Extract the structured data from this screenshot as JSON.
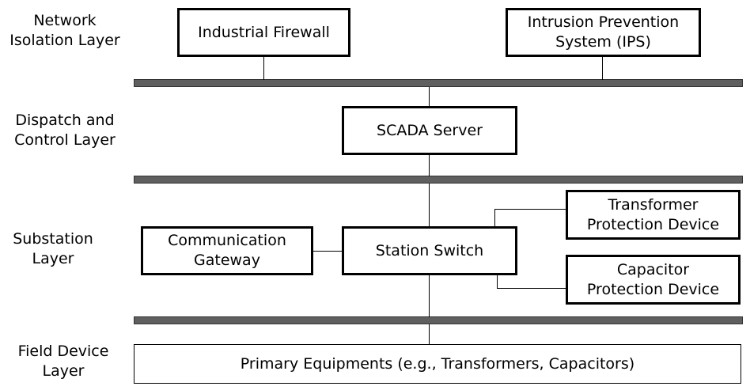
{
  "layers": {
    "network_isolation": "Network\nIsolation Layer",
    "dispatch_control": "Dispatch and\nControl Layer",
    "substation": "Substation\nLayer",
    "field_device": "Field Device\nLayer"
  },
  "nodes": {
    "industrial_firewall": "Industrial Firewall",
    "ips": "Intrusion Prevention\nSystem (IPS)",
    "scada_server": "SCADA Server",
    "station_switch": "Station Switch",
    "communication_gateway": "Communication\nGateway",
    "transformer_protection": "Transformer\nProtection Device",
    "capacitor_protection": "Capacitor\nProtection Device",
    "primary_equipments": "Primary Equipments (e.g., Transformers, Capacitors)"
  },
  "colors": {
    "bus": "#5f5f5f",
    "box_border": "#000000"
  }
}
